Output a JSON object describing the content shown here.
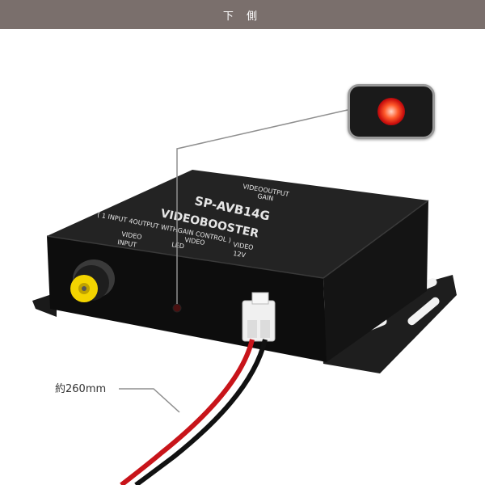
{
  "header": {
    "title": "下 側"
  },
  "device": {
    "model": "SP-AVB14G",
    "name": "VIDEOBOOSTER",
    "spec": "( 1 INPUT 4OUTPUT WITHGAIN CONTROL )",
    "top_label_1": "VIDEOOUTPUT",
    "top_label_2": "GAIN",
    "front_video_input_1": "VIDEO",
    "front_video_input_2": "INPUT",
    "front_led_1": "VIDEO",
    "front_led_2": "LED",
    "front_power_1": "VIDEO",
    "front_power_2": "12V"
  },
  "callout": {
    "cable_length": "約260mm"
  },
  "colors": {
    "header_bg": "#7a6f6c",
    "led_red": "#e01010",
    "rca_yellow": "#f3d400"
  },
  "icons": {
    "led": "led-icon",
    "rca": "rca-jack-icon",
    "connector": "power-connector-icon"
  }
}
